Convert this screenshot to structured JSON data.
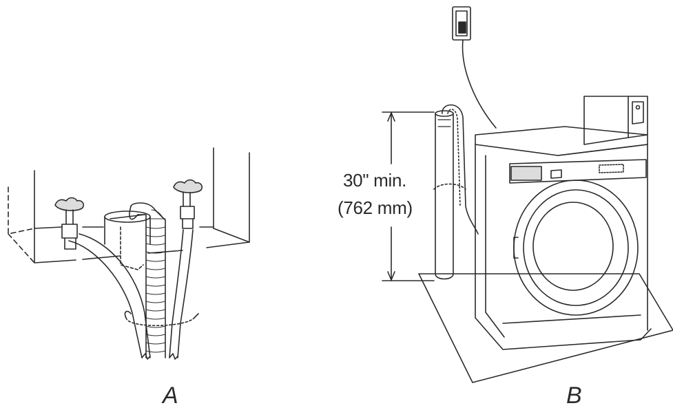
{
  "figure_a": {
    "label": "A"
  },
  "figure_b": {
    "label": "B",
    "dimension": {
      "imperial": "30\" min.",
      "metric": "(762 mm)"
    }
  },
  "colors": {
    "stroke": "#2a2a2a",
    "background": "#ffffff",
    "fill_gray": "#dcdcdc"
  }
}
